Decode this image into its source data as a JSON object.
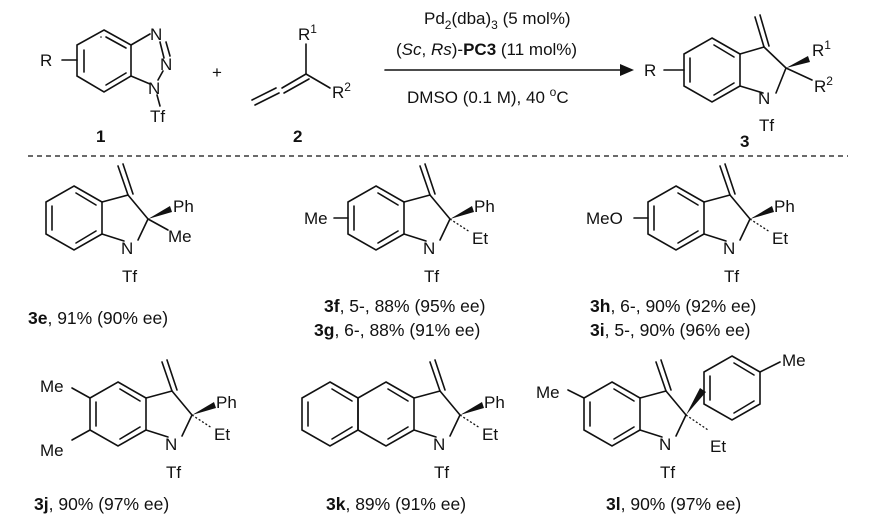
{
  "reaction": {
    "reactant1_number": "1",
    "reactant2_number": "2",
    "product_number": "3",
    "plus_sign": "+",
    "r_label": "R",
    "tf_label": "Tf",
    "n_label": "N",
    "r1_label": "R",
    "r1_sup": "1",
    "r2_label": "R",
    "r2_sup": "2",
    "cond_catalyst_pre": "Pd",
    "cond_catalyst_sub1": "2",
    "cond_catalyst_mid": "(dba)",
    "cond_catalyst_sub2": "3",
    "cond_catalyst_post": " (5 mol%)",
    "cond_ligand_paren_open": "(",
    "cond_ligand_sc": "Sc",
    "cond_ligand_comma": ", ",
    "cond_ligand_rs": "Rs",
    "cond_ligand_paren_close": ")-",
    "cond_ligand_name": "PC3",
    "cond_ligand_amount": " (11 mol%)",
    "cond_solvent": "DMSO (0.1 M), 40 ",
    "cond_temp_sup": "o",
    "cond_temp_unit": "C"
  },
  "products": [
    {
      "id": "3e",
      "caption": ", 91% (90% ee)",
      "labels": {
        "ph": "Ph",
        "alkyl": "Me",
        "n": "N",
        "tf": "Tf"
      }
    },
    {
      "id": "3f",
      "caption": ", 5-, 88% (95% ee)",
      "sub": "Me",
      "labels": {
        "ph": "Ph",
        "alkyl": "Et",
        "n": "N",
        "tf": "Tf"
      }
    },
    {
      "id": "3g",
      "caption": ", 6-,  88% (91% ee)"
    },
    {
      "id": "3h",
      "caption": ", 6-, 90% (92% ee)",
      "sub": "MeO",
      "labels": {
        "ph": "Ph",
        "alkyl": "Et",
        "n": "N",
        "tf": "Tf"
      }
    },
    {
      "id": "3i",
      "caption": ", 5-, 90% (96% ee)"
    },
    {
      "id": "3j",
      "caption": ",  90% (97% ee)",
      "sub1": "Me",
      "sub2": "Me",
      "labels": {
        "ph": "Ph",
        "alkyl": "Et",
        "n": "N",
        "tf": "Tf"
      }
    },
    {
      "id": "3k",
      "caption": ", 89% (91% ee)",
      "labels": {
        "ph": "Ph",
        "alkyl": "Et",
        "n": "N",
        "tf": "Tf"
      }
    },
    {
      "id": "3l",
      "caption": ", 90% (97% ee)",
      "sub": "Me",
      "aryl_me": "Me",
      "labels": {
        "alkyl": "Et",
        "n": "N",
        "tf": "Tf"
      }
    }
  ]
}
